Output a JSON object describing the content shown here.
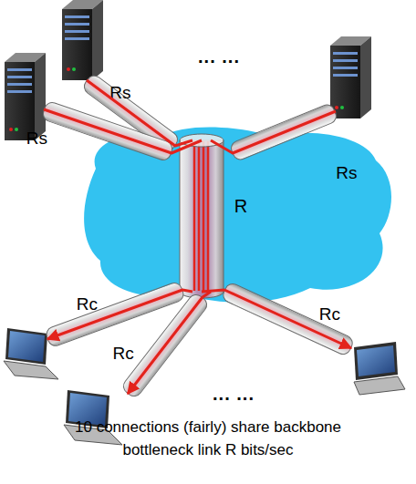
{
  "diagram": {
    "caption": "10 connections (fairly) share backbone bottleneck link R bits/sec",
    "nodes": [
      {
        "text": [
          "Rs"
        ]
      },
      {
        "text": [
          "Rs"
        ]
      },
      {
        "text": [
          "Rs"
        ]
      },
      {
        "text": [
          "R"
        ]
      },
      {
        "text": [
          "Rc"
        ]
      },
      {
        "text": [
          "Rc"
        ]
      },
      {
        "text": [
          "Rc"
        ]
      }
    ],
    "edges": [
      {
        "from": 0,
        "to": 3,
        "arrow": "none"
      },
      {
        "from": 1,
        "to": 3,
        "arrow": "none"
      },
      {
        "from": 2,
        "to": 3,
        "arrow": "none"
      },
      {
        "from": 3,
        "to": 4,
        "arrow": "to"
      },
      {
        "from": 3,
        "to": 5,
        "arrow": "to"
      },
      {
        "from": 3,
        "to": 6,
        "arrow": "to"
      }
    ],
    "labels": [
      "... ...",
      "... ..."
    ]
  }
}
